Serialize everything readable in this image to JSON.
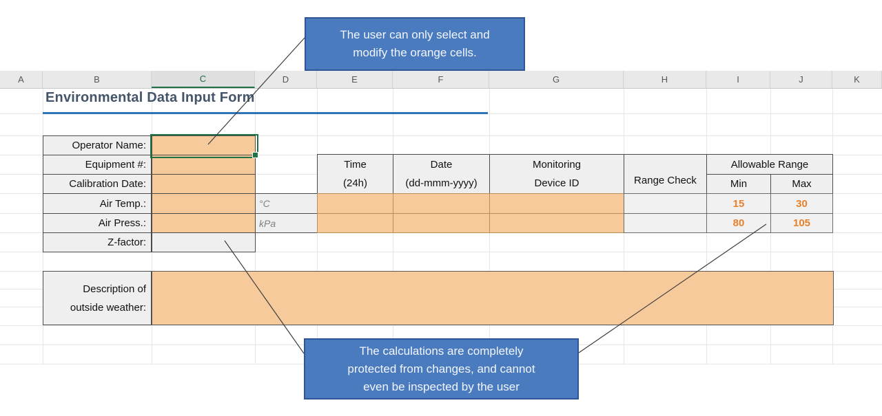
{
  "sheet": {
    "columns": [
      "A",
      "B",
      "C",
      "D",
      "E",
      "F",
      "G",
      "H",
      "I",
      "J",
      "K"
    ],
    "selected_column": "C",
    "title": "Environmental Data Input Form"
  },
  "form": {
    "rows": [
      {
        "label": "Operator Name:",
        "value": ""
      },
      {
        "label": "Equipment #:",
        "value": ""
      },
      {
        "label": "Calibration Date:",
        "value": ""
      },
      {
        "label": "Air Temp.:",
        "unit": "°C",
        "value": ""
      },
      {
        "label": "Air Press.:",
        "unit": "kPa",
        "value": ""
      },
      {
        "label": "Z-factor:",
        "value": ""
      }
    ],
    "description": {
      "label_lines": [
        "Description of",
        "outside weather:"
      ],
      "value": ""
    }
  },
  "table": {
    "headers": {
      "time_lines": [
        "Time",
        "(24h)"
      ],
      "date_lines": [
        "Date",
        "(dd-mmm-yyyy)"
      ],
      "device_lines": [
        "Monitoring",
        "Device ID"
      ],
      "range_check": "Range Check",
      "allowable_range": "Allowable Range",
      "min": "Min",
      "max": "Max"
    },
    "rows": [
      {
        "time": "",
        "date": "",
        "device": "",
        "range_check": "",
        "min": "15",
        "max": "30"
      },
      {
        "time": "",
        "date": "",
        "device": "",
        "range_check": "",
        "min": "80",
        "max": "105"
      }
    ]
  },
  "callouts": {
    "top": {
      "lines": [
        "The user can only select and",
        "modify the orange cells."
      ]
    },
    "bottom": {
      "lines": [
        "The calculations are completely",
        "protected from changes, and cannot",
        "even be inspected by the user"
      ]
    }
  },
  "colors": {
    "editable_cell_orange": "#F7CA9C",
    "callout_blue": "#4A7BBE",
    "callout_border_blue": "#2F5597",
    "number_orange": "#E8802A",
    "selection_green": "#1F7245",
    "title_navy": "#44546A",
    "title_underline_blue": "#2E75B6"
  }
}
